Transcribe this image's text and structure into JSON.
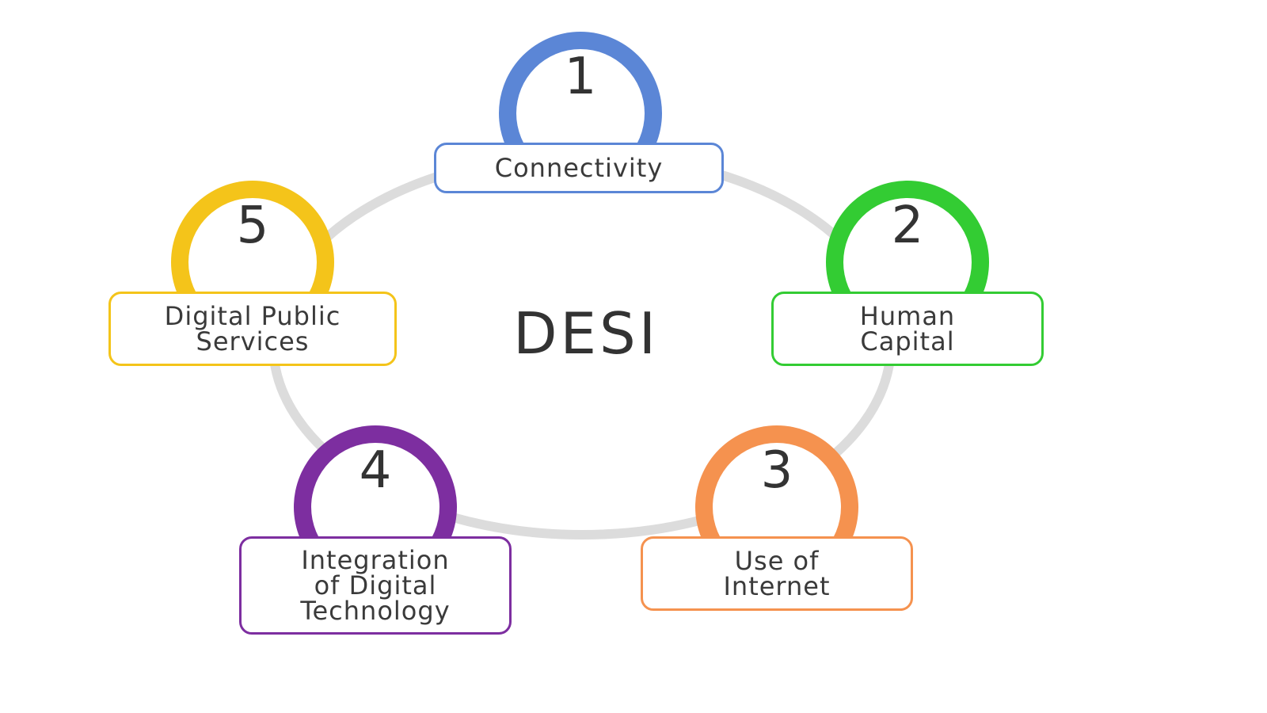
{
  "title": "DESI",
  "ring_color": "#dcdcdc",
  "steps": [
    {
      "number": "1",
      "label": "Connectivity",
      "color": "#5b86d6"
    },
    {
      "number": "2",
      "label": "Human\nCapital",
      "color": "#33cc33"
    },
    {
      "number": "3",
      "label": "Use of\nInternet",
      "color": "#f5924f"
    },
    {
      "number": "4",
      "label": "Integration\nof Digital\nTechnology",
      "color": "#7d2ea0"
    },
    {
      "number": "5",
      "label": "Digital Public\nServices",
      "color": "#f4c41a"
    }
  ]
}
